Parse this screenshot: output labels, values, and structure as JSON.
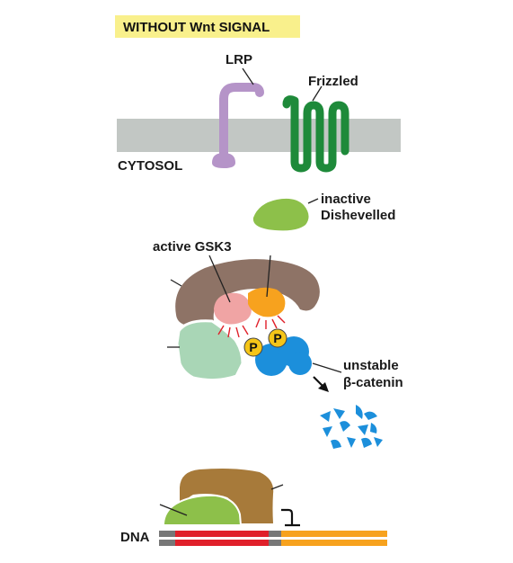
{
  "header": {
    "title": "WITHOUT Wnt SIGNAL"
  },
  "labels": {
    "lrp": "LRP",
    "frizzled": "Frizzled",
    "cytosol": "CYTOSOL",
    "dishevelled_line1": "inactive",
    "dishevelled_line2": "Dishevelled",
    "gsk3": "active GSK3",
    "catenin_line1": "unstable",
    "catenin_line2": "β-catenin",
    "dna": "DNA",
    "phospho": "P"
  },
  "colors": {
    "header_bg": "#f9f08c",
    "membrane": "#c2c7c4",
    "lrp": "#b594c8",
    "frizzled": "#1e8a3a",
    "dishevelled": "#8dc04a",
    "complex_brown": "#8e7366",
    "complex_green": "#a9d6b6",
    "pink": "#f0a4a4",
    "orange": "#f7a21e",
    "catenin": "#1c8fdb",
    "phospho": "#f5c518",
    "repressor_brown": "#a77a3a",
    "repressor_green": "#8dc04a",
    "dna_red": "#e0202a",
    "dna_orange": "#f7a21e",
    "dna_gray": "#777777"
  }
}
